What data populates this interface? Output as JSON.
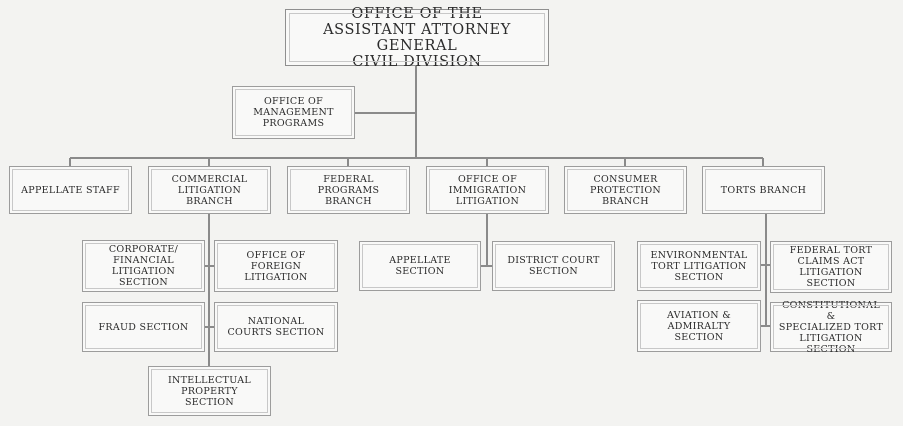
{
  "org_chart": {
    "root": {
      "label": "OFFICE OF THE\nASSISTANT ATTORNEY GENERAL\nCIVIL DIVISION"
    },
    "staff_office": {
      "label": "OFFICE OF\nMANAGEMENT\nPROGRAMS"
    },
    "branches": [
      {
        "label": "APPELLATE STAFF"
      },
      {
        "label": "COMMERCIAL\nLITIGATION BRANCH"
      },
      {
        "label": "FEDERAL PROGRAMS\nBRANCH"
      },
      {
        "label": "OFFICE OF\nIMMIGRATION\nLITIGATION"
      },
      {
        "label": "CONSUMER\nPROTECTION BRANCH"
      },
      {
        "label": "TORTS BRANCH"
      }
    ],
    "commercial_sections": [
      {
        "label": "CORPORATE/\nFINANCIAL\nLITIGATION\nSECTION"
      },
      {
        "label": "OFFICE OF\nFOREIGN\nLITIGATION"
      },
      {
        "label": "FRAUD SECTION"
      },
      {
        "label": "NATIONAL\nCOURTS SECTION"
      },
      {
        "label": "INTELLECTUAL\nPROPERTY\nSECTION"
      }
    ],
    "immigration_sections": [
      {
        "label": "APPELLATE\nSECTION"
      },
      {
        "label": "DISTRICT COURT\nSECTION"
      }
    ],
    "torts_sections": [
      {
        "label": "ENVIRONMENTAL\nTORT LITIGATION\nSECTION"
      },
      {
        "label": "FEDERAL TORT\nCLAIMS ACT\nLITIGATION\nSECTION"
      },
      {
        "label": "AVIATION &\nADMIRALTY\nSECTION"
      },
      {
        "label": "CONSTITUTIONAL &\nSPECIALIZED TORT\nLITIGATION\nSECTION"
      }
    ]
  }
}
